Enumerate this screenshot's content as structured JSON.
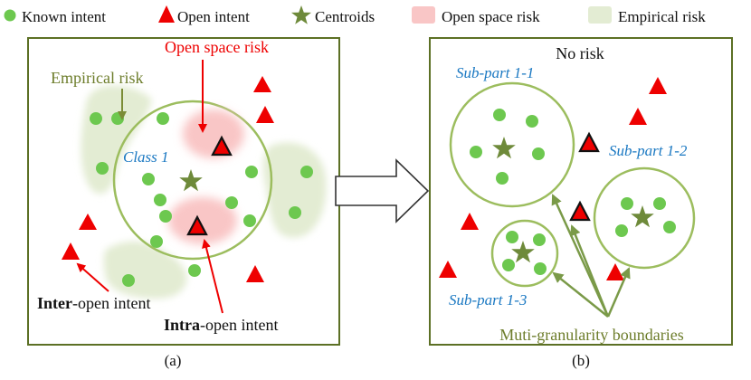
{
  "legend": {
    "known": "Known intent",
    "open": "Open intent",
    "centroids": "Centroids",
    "open_space_risk": "Open space risk",
    "empirical_risk": "Empirical risk"
  },
  "panel_a": {
    "open_space_risk_label": "Open space risk",
    "empirical_risk_label": "Empirical risk",
    "class_label": "Class 1",
    "inter_bold": "Inter",
    "inter_rest": "-open intent",
    "intra_bold": "Intra",
    "intra_rest": "-open intent",
    "caption": "(a)"
  },
  "panel_b": {
    "no_risk": "No risk",
    "sub_1_1": "Sub-part 1-1",
    "sub_1_2": "Sub-part 1-2",
    "sub_1_3": "Sub-part 1-3",
    "boundaries": "Muti-granularity boundaries",
    "caption": "(b)"
  },
  "colors": {
    "known": "#6dc84f",
    "open": "#ee0000",
    "centroid": "#6e8a3a",
    "border": "#5c7025",
    "circle": "#9cbd5e",
    "empirical_fill": "#e3ecd3",
    "open_space_fill": "#f9c6c6",
    "label_red": "#ee0000",
    "label_olive": "#6d7d2b",
    "label_blue": "#1a78c2"
  }
}
